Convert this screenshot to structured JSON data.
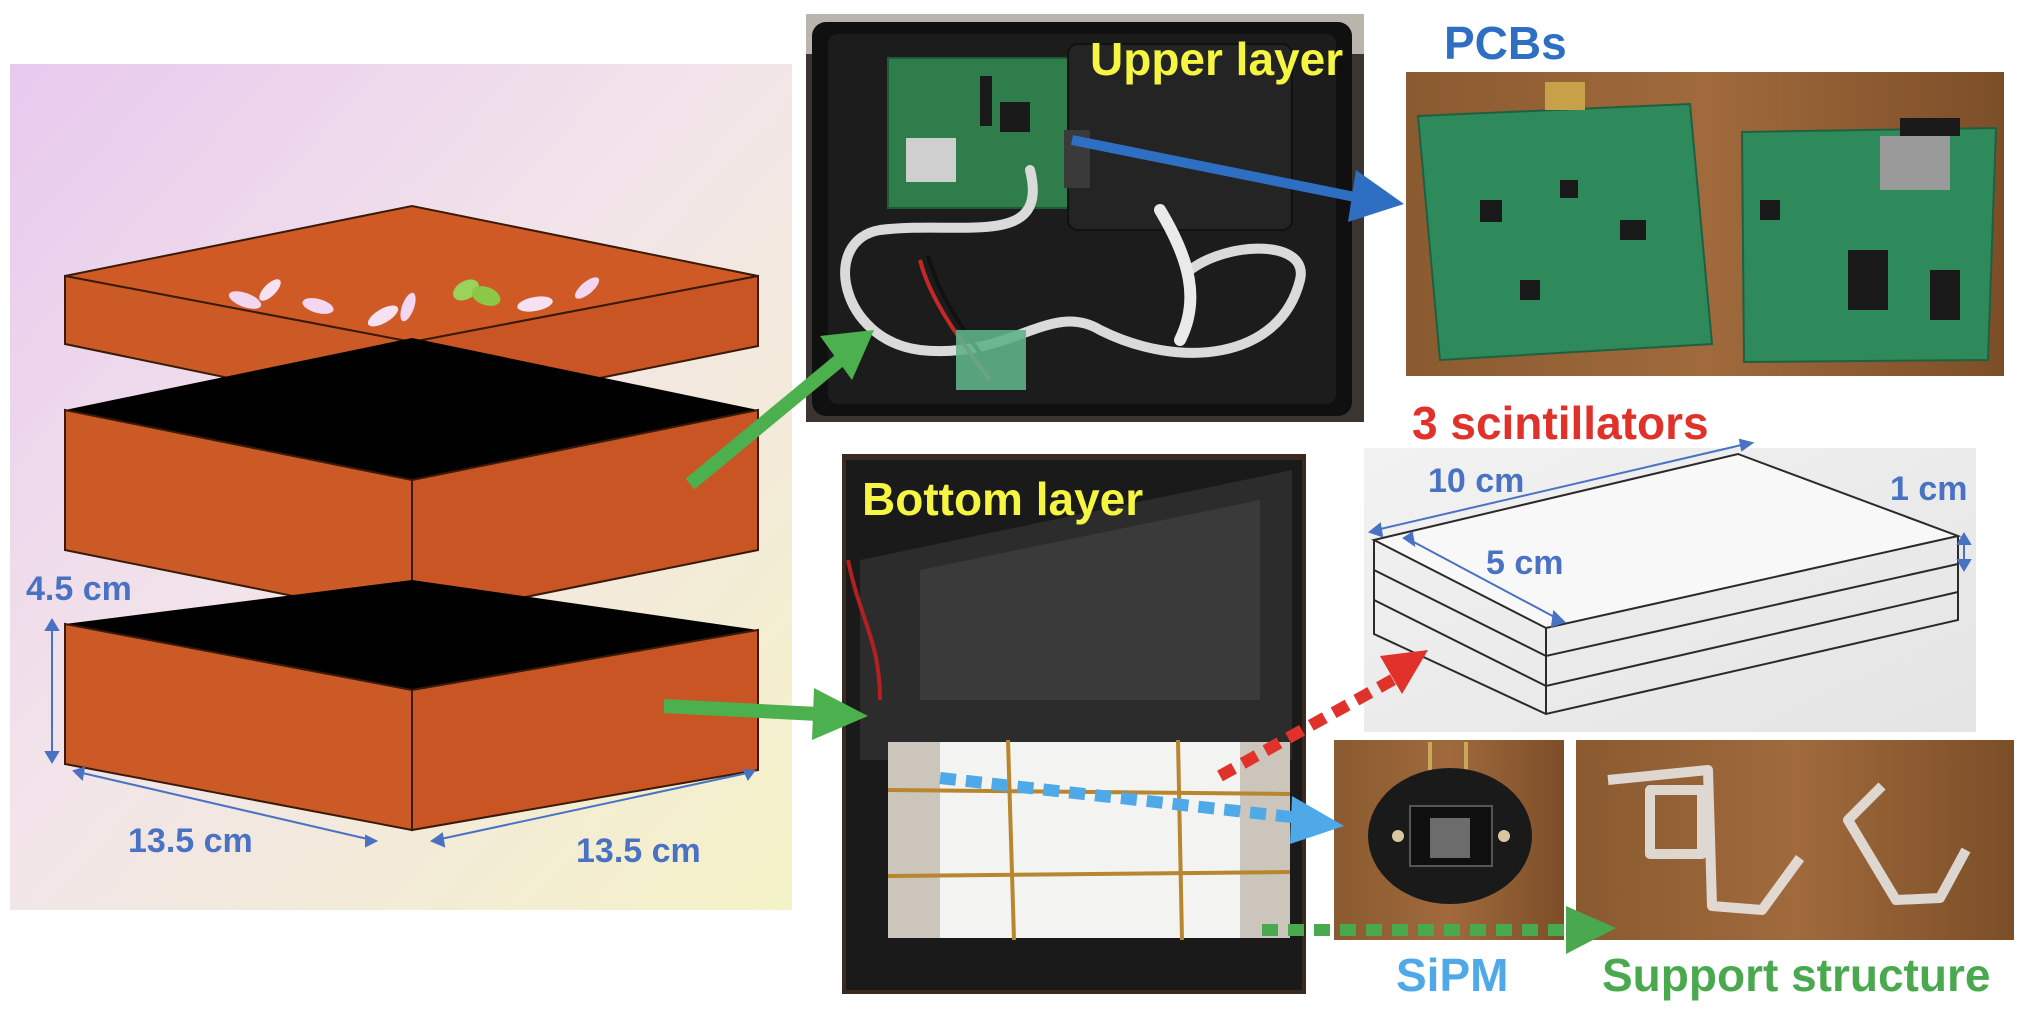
{
  "labels": {
    "upper_layer": "Upper layer",
    "pcbs": "PCBs",
    "scintillators": "3 scintillators",
    "bottom_layer": "Bottom layer",
    "sipm": "SiPM",
    "support_structure": "Support structure"
  },
  "dimensions": {
    "box_height": "4.5 cm",
    "box_width_left": "13.5 cm",
    "box_width_right": "13.5 cm",
    "scint_length": "10 cm",
    "scint_width": "5 cm",
    "scint_thickness": "1 cm"
  },
  "colors": {
    "yellow_label": "#f5f542",
    "pcb_label": "#2e6fc4",
    "scint_label": "#e0322b",
    "sipm_label": "#4fa8e8",
    "support_label": "#4aa84f",
    "dimension_text": "#4a72c4",
    "box_orange": "#cf5a26",
    "green_arrow": "#4cb04f",
    "blue_arrow": "#2e6fc4"
  }
}
